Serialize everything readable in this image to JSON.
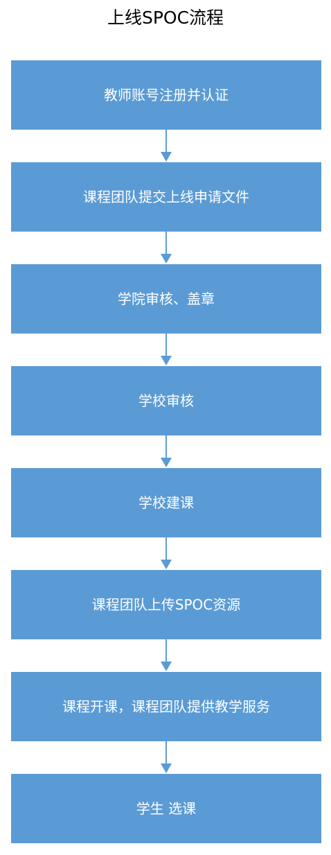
{
  "title": "上线SPOC流程",
  "steps": [
    {
      "label": "教师账号注册并认证"
    },
    {
      "label": "课程团队提交上线申请文件"
    },
    {
      "label": "学院审核、盖章"
    },
    {
      "label": "学校审核"
    },
    {
      "label": "学校建课"
    },
    {
      "label": "课程团队上传SPOC资源"
    },
    {
      "label": "课程开课，课程团队提供教学服务"
    },
    {
      "label": "学生 选课"
    }
  ],
  "colors": {
    "box": "#5b9bd5",
    "arrow": "#5b9bd5",
    "box_text": "#ffffff",
    "title_text": "#000000"
  }
}
